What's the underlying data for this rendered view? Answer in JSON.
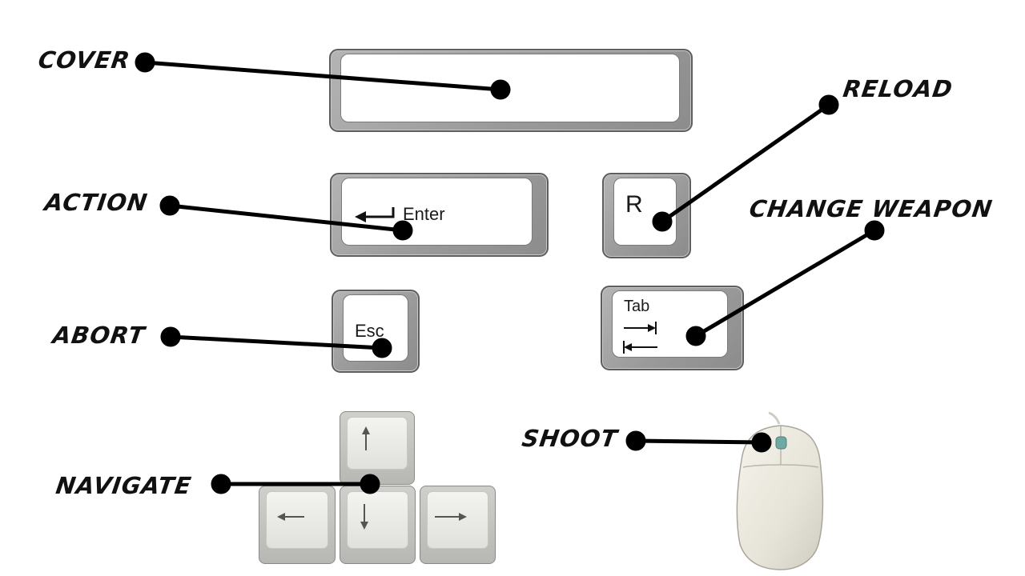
{
  "labels": {
    "cover": "COVER",
    "action": "ACTION",
    "abort": "ABORT",
    "navigate": "NAVIGATE",
    "reload": "RELOAD",
    "change_weapon": "CHANGE WEAPON",
    "shoot": "SHOOT"
  },
  "keys": {
    "enter": "Enter",
    "r": "R",
    "esc": "Esc",
    "tab": "Tab"
  },
  "colors": {
    "text": "#111111",
    "leader_line": "#000000",
    "key_body": "#9a9a9a",
    "key_face": "#ffffff",
    "mouse_button": "#6fa9a3"
  },
  "icons": [
    "enter-arrow-icon",
    "tab-arrows-icon",
    "arrow-up-icon",
    "arrow-down-icon",
    "arrow-left-icon",
    "arrow-right-icon",
    "mouse-icon"
  ]
}
